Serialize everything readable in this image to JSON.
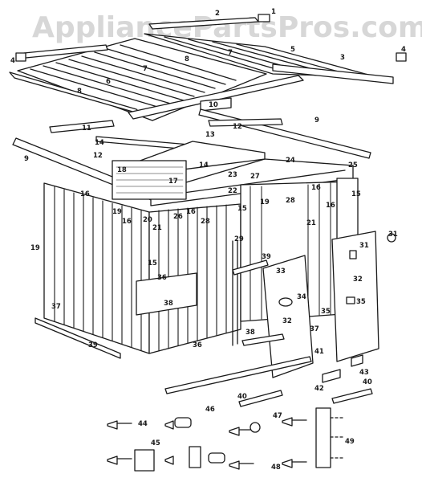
{
  "watermark": "AppliancePartsPros.com",
  "colors": {
    "ink": "#1a1a1a",
    "watermark": "#d7d7d7",
    "background": "#ffffff"
  },
  "callouts": [
    {
      "id": "c1",
      "text": "1"
    },
    {
      "id": "c2",
      "text": "2"
    },
    {
      "id": "c3",
      "text": "3"
    },
    {
      "id": "c4a",
      "text": "4"
    },
    {
      "id": "c4b",
      "text": "4"
    },
    {
      "id": "c5",
      "text": "5"
    },
    {
      "id": "c6",
      "text": "6"
    },
    {
      "id": "c7a",
      "text": "7"
    },
    {
      "id": "c7b",
      "text": "7"
    },
    {
      "id": "c8a",
      "text": "8"
    },
    {
      "id": "c8b",
      "text": "8"
    },
    {
      "id": "c9a",
      "text": "9"
    },
    {
      "id": "c9b",
      "text": "9"
    },
    {
      "id": "c10",
      "text": "10"
    },
    {
      "id": "c11",
      "text": "11"
    },
    {
      "id": "c12a",
      "text": "12"
    },
    {
      "id": "c12b",
      "text": "12"
    },
    {
      "id": "c13",
      "text": "13"
    },
    {
      "id": "c14a",
      "text": "14"
    },
    {
      "id": "c14b",
      "text": "14"
    },
    {
      "id": "c15a",
      "text": "15"
    },
    {
      "id": "c15b",
      "text": "15"
    },
    {
      "id": "c15c",
      "text": "15"
    },
    {
      "id": "c16a",
      "text": "16"
    },
    {
      "id": "c16b",
      "text": "16"
    },
    {
      "id": "c16c",
      "text": "16"
    },
    {
      "id": "c16d",
      "text": "16"
    },
    {
      "id": "c16e",
      "text": "16"
    },
    {
      "id": "c17",
      "text": "17"
    },
    {
      "id": "c18",
      "text": "18"
    },
    {
      "id": "c19a",
      "text": "19"
    },
    {
      "id": "c19b",
      "text": "19"
    },
    {
      "id": "c19c",
      "text": "19"
    },
    {
      "id": "c20",
      "text": "20"
    },
    {
      "id": "c21a",
      "text": "21"
    },
    {
      "id": "c21b",
      "text": "21"
    },
    {
      "id": "c22",
      "text": "22"
    },
    {
      "id": "c23",
      "text": "23"
    },
    {
      "id": "c24",
      "text": "24"
    },
    {
      "id": "c25",
      "text": "25"
    },
    {
      "id": "c26",
      "text": "26"
    },
    {
      "id": "c27",
      "text": "27"
    },
    {
      "id": "c28a",
      "text": "28"
    },
    {
      "id": "c28b",
      "text": "28"
    },
    {
      "id": "c29",
      "text": "29"
    },
    {
      "id": "c31a",
      "text": "31"
    },
    {
      "id": "c31b",
      "text": "31"
    },
    {
      "id": "c32a",
      "text": "32"
    },
    {
      "id": "c32b",
      "text": "32"
    },
    {
      "id": "c33",
      "text": "33"
    },
    {
      "id": "c34",
      "text": "34"
    },
    {
      "id": "c35a",
      "text": "35"
    },
    {
      "id": "c35b",
      "text": "35"
    },
    {
      "id": "c36a",
      "text": "36"
    },
    {
      "id": "c36b",
      "text": "36"
    },
    {
      "id": "c37a",
      "text": "37"
    },
    {
      "id": "c37b",
      "text": "37"
    },
    {
      "id": "c38a",
      "text": "38"
    },
    {
      "id": "c38b",
      "text": "38"
    },
    {
      "id": "c39a",
      "text": "39"
    },
    {
      "id": "c39b",
      "text": "39"
    },
    {
      "id": "c40a",
      "text": "40"
    },
    {
      "id": "c40b",
      "text": "40"
    },
    {
      "id": "c41",
      "text": "41"
    },
    {
      "id": "c42",
      "text": "42"
    },
    {
      "id": "c43",
      "text": "43"
    },
    {
      "id": "c44",
      "text": "44"
    },
    {
      "id": "c45",
      "text": "45"
    },
    {
      "id": "c46",
      "text": "46"
    },
    {
      "id": "c47",
      "text": "47"
    },
    {
      "id": "c48",
      "text": "48"
    },
    {
      "id": "c49",
      "text": "49"
    }
  ]
}
